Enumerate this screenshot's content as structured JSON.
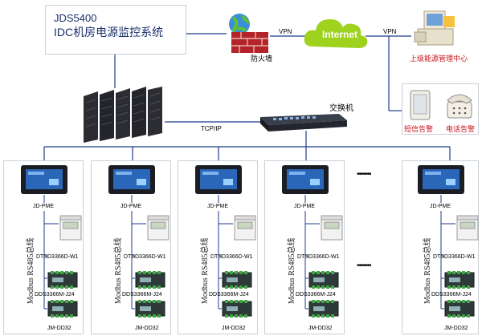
{
  "title": {
    "line1": "JDS5400",
    "line2": "IDC机房电源监控系统"
  },
  "firewall_label": "防火墙",
  "internet_label": "Internet",
  "vpn_label_1": "VPN",
  "vpn_label_2": "VPN",
  "center_label": "上级能源管理中心",
  "switch_label": "交换机",
  "tcpip_label": "TCP/IP",
  "sms_label": "短信告警",
  "phone_label": "电话告警",
  "ellipsis": "•••••••",
  "columns": [
    {
      "pme": "JD-PME",
      "bus": "Modbus RS485总线",
      "meter": "DTSD3366D-W1",
      "dds": "DDS3366M-J24",
      "dd32": "JM-DD32"
    },
    {
      "pme": "JD-PME",
      "bus": "Modbus RS485总线",
      "meter": "DTSD3366D-W1",
      "dds": "DDS3366M-J24",
      "dd32": "JM-DD32"
    },
    {
      "pme": "JD-PME",
      "bus": "Modbus RS485总线",
      "meter": "DTSD3366D-W1",
      "dds": "DDS3366M-J24",
      "dd32": "JM-DD32"
    },
    {
      "pme": "JD-PME",
      "bus": "Modbus RS485总线",
      "meter": "DTSD3366D-W1",
      "dds": "DDS3366M-J24",
      "dd32": "JM-DD32"
    },
    {
      "pme": "JD-PME",
      "bus": "Modbus RS485总线",
      "meter": "DTSD3366D-W1",
      "dds": "DDS3366M-J24",
      "dd32": "JM-DD32"
    }
  ],
  "colors": {
    "line": "#1f3b8c",
    "title": "#1a2f6b",
    "red": "#c8141b",
    "cloud": "#9ed21e"
  },
  "icons": [
    "globe-icon",
    "firewall-icon",
    "cloud-icon",
    "workstation-icon",
    "server-rack-icon",
    "network-switch-icon",
    "mobile-phone-icon",
    "telephone-icon",
    "touch-panel-icon",
    "energy-meter-icon",
    "module-icon"
  ]
}
